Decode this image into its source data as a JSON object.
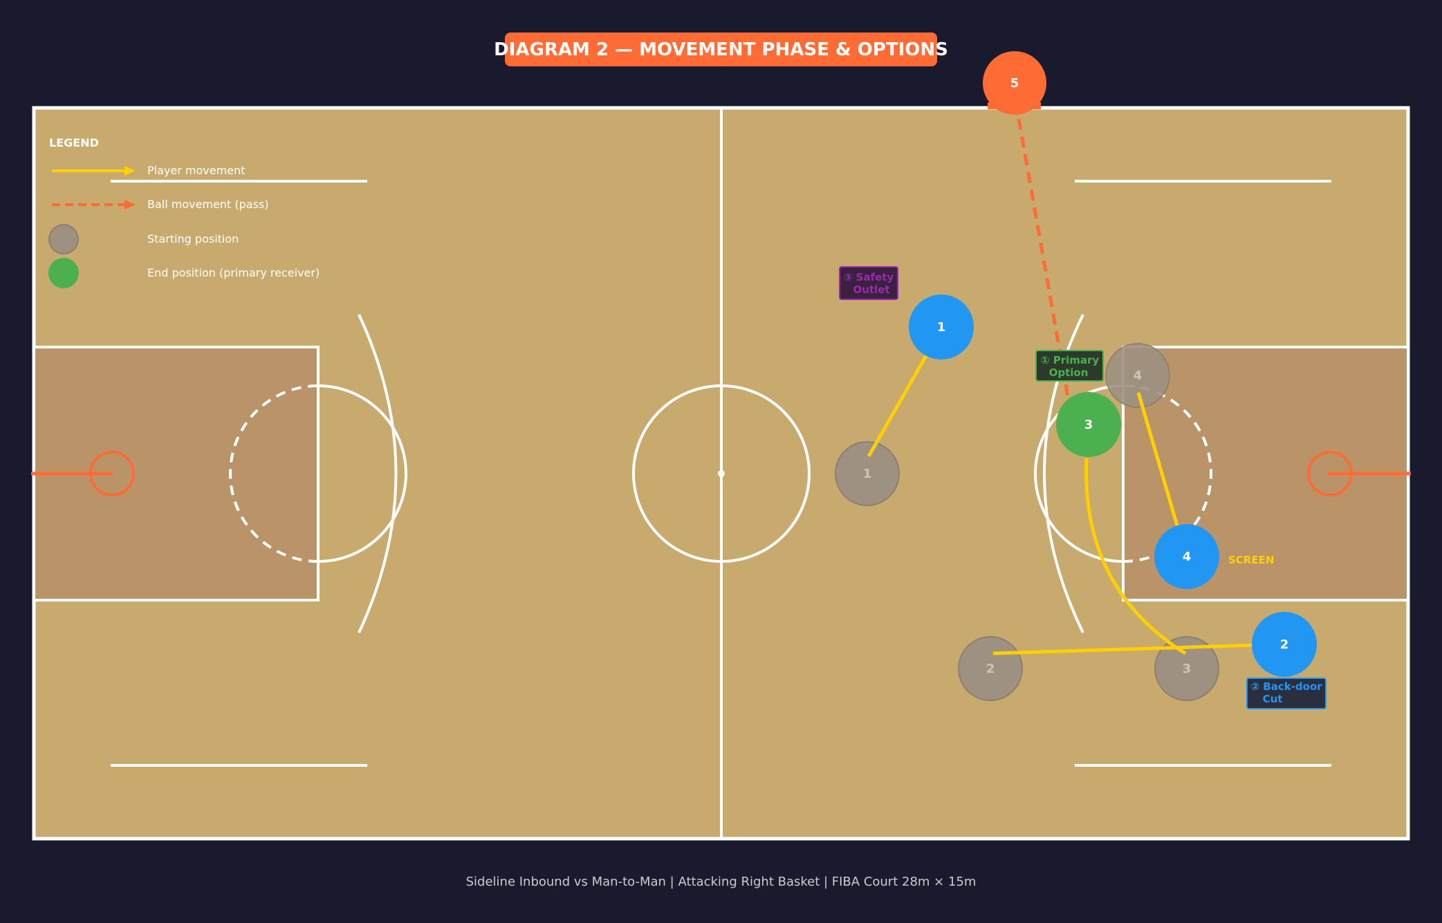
{
  "title": "DIAGRAM 2 — MOVEMENT PHASE & OPTIONS",
  "footer": "Sideline Inbound vs Man-to-Man  |  Attacking Right Basket  |  FIBA Court 28m × 15m",
  "legend": {
    "heading": "LEGEND",
    "items": [
      {
        "label": "Player movement",
        "icon": "solid-arrow"
      },
      {
        "label": "Ball movement (pass)",
        "icon": "dashed-arrow"
      },
      {
        "label": "Starting position",
        "icon": "gray-circle"
      },
      {
        "label": "End position (primary receiver)",
        "icon": "green-circle"
      }
    ]
  },
  "players": {
    "start": [
      {
        "number": "1"
      },
      {
        "number": "2"
      },
      {
        "number": "3"
      },
      {
        "number": "4"
      }
    ],
    "end": [
      {
        "number": "1"
      },
      {
        "number": "2"
      },
      {
        "number": "3"
      },
      {
        "number": "4"
      }
    ],
    "inbounder": {
      "number": "5"
    }
  },
  "annotations": {
    "safety_outlet": {
      "line1": "③ Safety",
      "line2": "Outlet"
    },
    "primary_option": {
      "line1": "① Primary",
      "line2": "Option"
    },
    "backdoor_cut": {
      "line1": "② Back-door",
      "line2": "Cut"
    },
    "screen": "SCREEN"
  },
  "colors": {
    "background": "#1a1a2e",
    "court": "#c8aa6e",
    "paint": "#b89468",
    "lines": "#ffffff",
    "hoop": "#ff6b35",
    "accent": "#ff6b35",
    "player": "#2196f3",
    "primary_receiver": "#4caf50",
    "start_position": "#9e9181",
    "movement": "#ffd000",
    "pass": "#ff6b35",
    "safety_label": "#9c27b0"
  }
}
